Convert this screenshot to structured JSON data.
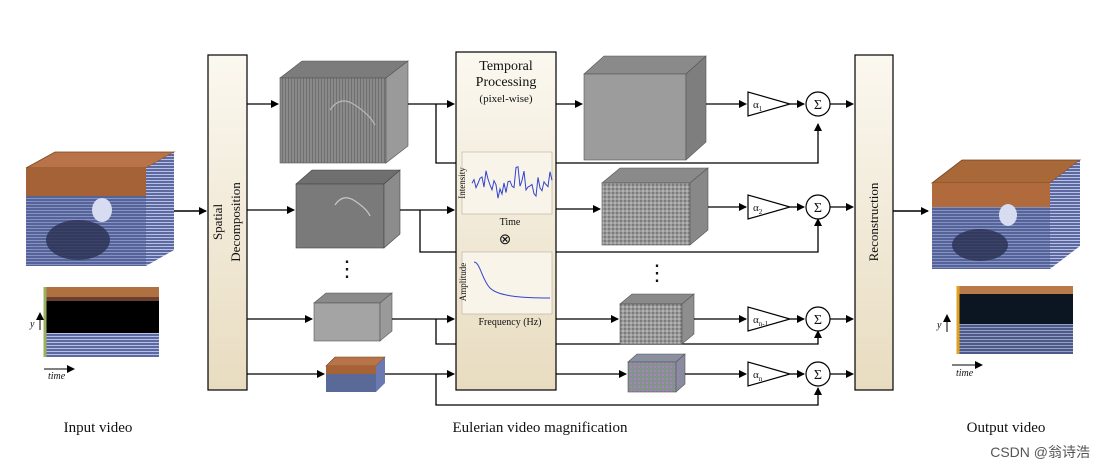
{
  "labels": {
    "spatial_decomposition_line1": "Spatial",
    "spatial_decomposition_line2": "Decomposition",
    "temporal_line1": "Temporal",
    "temporal_line2": "Processing",
    "temporal_line3": "(pixel-wise)",
    "intensity_axis": "Intensity",
    "time_axis": "Time",
    "amplitude_axis": "Amplitude",
    "frequency_axis": "Frequency (Hz)",
    "convolution_symbol": "⊗",
    "reconstruction": "Reconstruction",
    "input_video": "Input video",
    "middle_caption": "Eulerian video magnification",
    "output_video": "Output video",
    "y_axis": "y",
    "time_label": "time",
    "sum_symbol": "Σ",
    "ellipsis": "⋮"
  },
  "gains": [
    {
      "base": "α",
      "sub": "1"
    },
    {
      "base": "α",
      "sub": "2"
    },
    {
      "base": "α",
      "sub": "n-1"
    },
    {
      "base": "α",
      "sub": "n"
    }
  ],
  "watermark": "CSDN @翁诗浩",
  "colors": {
    "panel_fill": "#f2ead8",
    "panel_fill_top": "#fbf8f0",
    "wood": "#b0683a",
    "signal_blue": "#3344cc"
  }
}
